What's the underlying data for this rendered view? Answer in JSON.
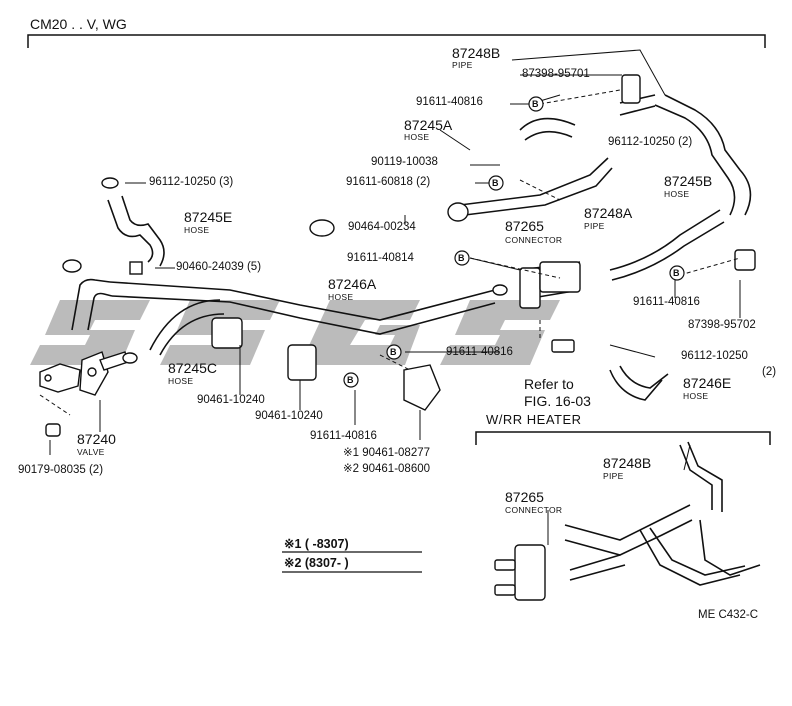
{
  "header": {
    "model": "CM20 . . V, WG"
  },
  "watermark": {
    "text": "SSGS",
    "color": "#b4b4b4"
  },
  "colors": {
    "line": "#111111",
    "background": "#ffffff"
  },
  "section": {
    "title": "W/RR  HEATER"
  },
  "footer": {
    "code": "ME  C432-C"
  },
  "legend": {
    "row1": "※1 (      -8307)",
    "row2": "※2 (8307-        )"
  },
  "refer": {
    "line1": "Refer to",
    "line2": "FIG. 16-03"
  },
  "parts": {
    "p87248b_top": "87248B",
    "p87248b_top_sub": "PIPE",
    "p87398_95701": "87398-95701",
    "p91611_40816_a": "91611-40816",
    "p87245a": "87245A",
    "p87245a_sub": "HOSE",
    "p96112_10250_2a": "96112-10250 (2)",
    "p90119_10038": "90119-10038",
    "p91611_60818": "91611-60818 (2)",
    "p96112_10250_3": "96112-10250 (3)",
    "p87245e": "87245E",
    "p87245e_sub": "HOSE",
    "p90464_00234": "90464-00234",
    "p87245b": "87245B",
    "p87245b_sub": "HOSE",
    "p87248a": "87248A",
    "p87248a_sub": "PIPE",
    "p87265": "87265",
    "p87265_sub": "CONNECTOR",
    "p91611_40814": "91611-40814",
    "p90460_24039": "90460-24039 (5)",
    "p87246a": "87246A",
    "p87246a_sub": "HOSE",
    "p91611_40816_b": "91611-40816",
    "p87398_95702": "87398-95702",
    "p91611_40816_c": "91611-40816",
    "p96112_10250_2b": "96112-10250",
    "p96112_10250_2b_qty": "(2)",
    "p87245c": "87245C",
    "p87245c_sub": "HOSE",
    "p87246e": "87246E",
    "p87246e_sub": "HOSE",
    "p90461_10240_a": "90461-10240",
    "p90461_10240_b": "90461-10240",
    "p91611_40816_d": "91611-40816",
    "p90461_08277": "※1 90461-08277",
    "p90461_08600": "※2 90461-08600",
    "p87240": "87240",
    "p87240_sub": "VALVE",
    "p90179_08035": "90179-08035 (2)",
    "p87248b_rr": "87248B",
    "p87248b_rr_sub": "PIPE",
    "p87265_rr": "87265",
    "p87265_rr_sub": "CONNECTOR"
  }
}
